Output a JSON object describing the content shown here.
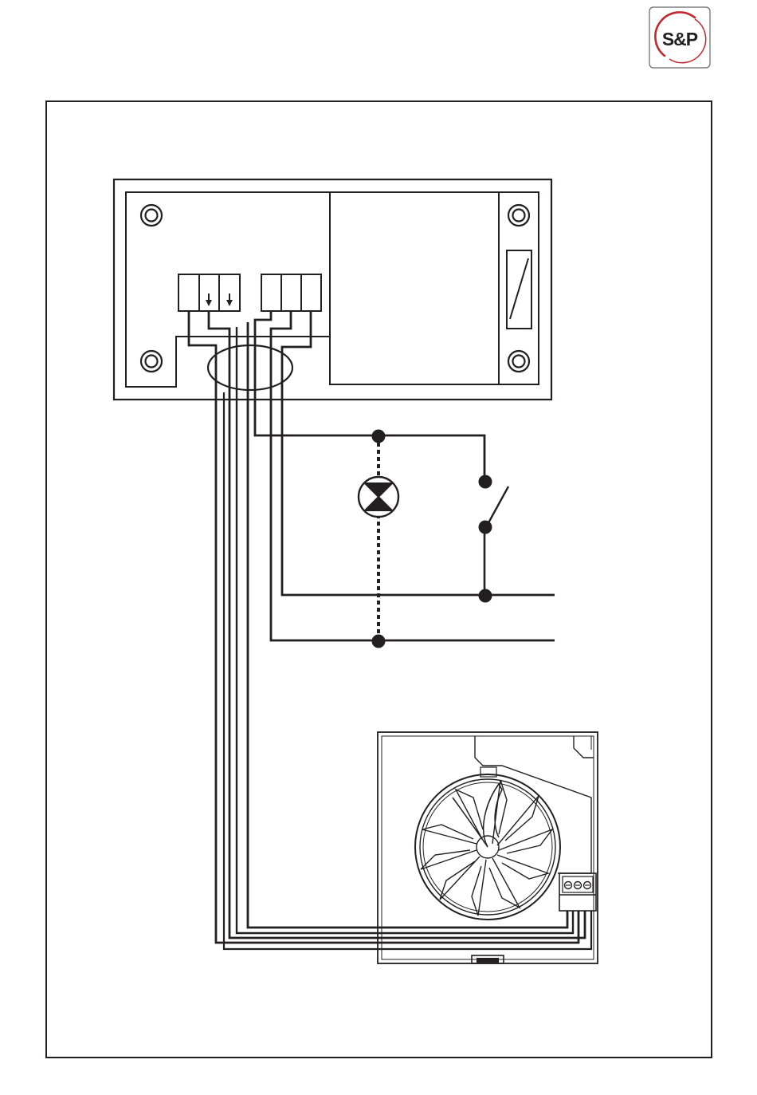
{
  "logo": {
    "text": "S&P",
    "name": "S&P logo"
  },
  "colors": {
    "line": "#231f20",
    "logo_ring": "#c1272d",
    "logo_text": "#231f20"
  },
  "diagram": {
    "type": "wiring-diagram",
    "components": [
      "control-unit",
      "terminal-block-earth",
      "terminal-block-lnx",
      "cable-gland",
      "indicator-lamp",
      "switch",
      "live-line",
      "neutral-line",
      "fan-unit",
      "fan-terminal-block"
    ]
  }
}
